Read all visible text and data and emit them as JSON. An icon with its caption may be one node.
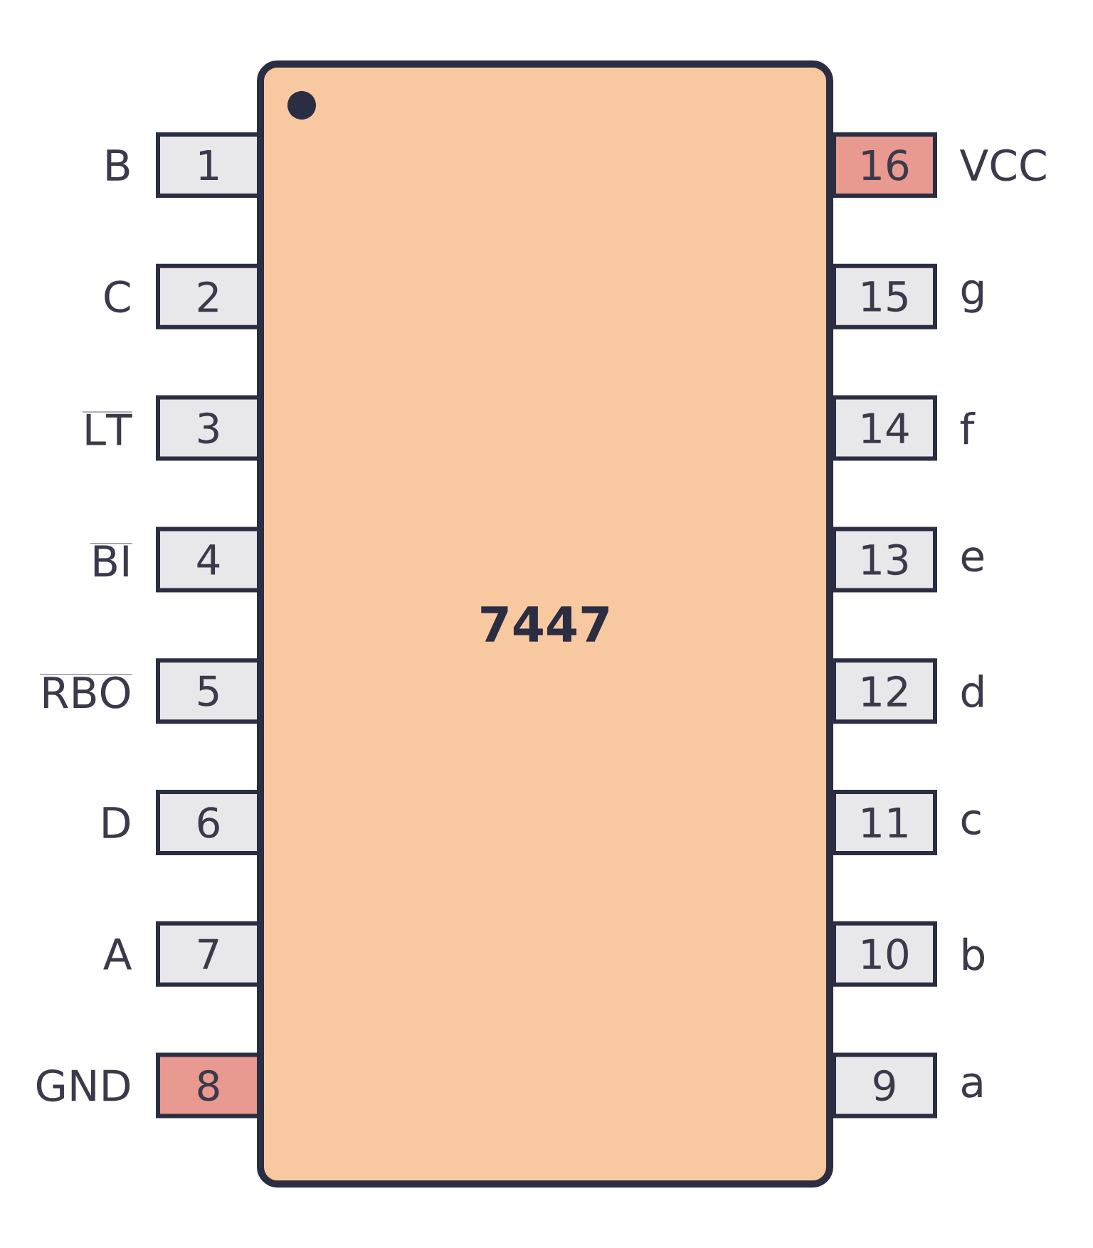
{
  "diagram": {
    "nodes": [
      {
        "text": [
          "7447"
        ]
      },
      {
        "text": [
          "1"
        ],
        "beside": [
          "B"
        ]
      },
      {
        "text": [
          "2"
        ],
        "beside": [
          "C"
        ]
      },
      {
        "text": [
          "3"
        ],
        "beside": [
          "\\overline{\\mathrm{LT}}"
        ]
      },
      {
        "text": [
          "4"
        ],
        "beside": [
          "\\overline{\\mathrm{BI}}"
        ]
      },
      {
        "text": [
          "5"
        ],
        "beside": [
          "\\overline{\\mathrm{RBO}}"
        ]
      },
      {
        "text": [
          "6"
        ],
        "beside": [
          "D"
        ]
      },
      {
        "text": [
          "7"
        ],
        "beside": [
          "A"
        ]
      },
      {
        "text": [
          "8"
        ],
        "beside": [
          "GND"
        ]
      },
      {
        "text": [
          "9"
        ],
        "beside": [
          "a"
        ]
      },
      {
        "text": [
          "10"
        ],
        "beside": [
          "b"
        ]
      },
      {
        "text": [
          "11"
        ],
        "beside": [
          "c"
        ]
      },
      {
        "text": [
          "12"
        ],
        "beside": [
          "d"
        ]
      },
      {
        "text": [
          "13"
        ],
        "beside": [
          "e"
        ]
      },
      {
        "text": [
          "14"
        ],
        "beside": [
          "f"
        ]
      },
      {
        "text": [
          "15"
        ],
        "beside": [
          "g"
        ]
      },
      {
        "text": [
          "16"
        ],
        "beside": [
          "VCC"
        ]
      }
    ]
  }
}
